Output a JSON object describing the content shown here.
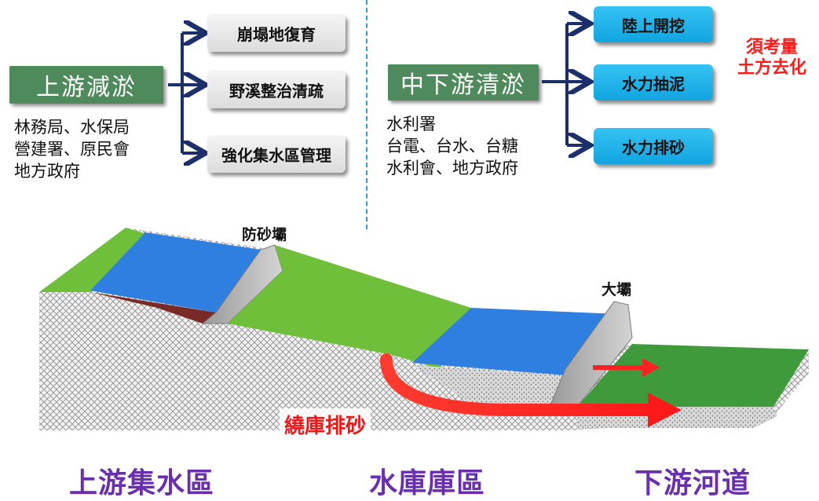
{
  "upstream": {
    "title": "上游減淤",
    "agencies": [
      "林務局、水保局",
      "營建署、原民會",
      "地方政府"
    ],
    "actions": [
      "崩塌地復育",
      "野溪整治清疏",
      "強化集水區管理"
    ]
  },
  "midstream": {
    "title": "中下游清淤",
    "agencies": [
      "水利署",
      "台電、台水、台糖",
      "水利會、地方政府"
    ],
    "actions": [
      "陸上開挖",
      "水力抽泥",
      "水力排砂"
    ],
    "note_lines": [
      "須考量",
      "土方去化"
    ]
  },
  "diagram": {
    "check_dam_label": "防砂壩",
    "main_dam_label": "大壩",
    "bypass_label": "繞庫排砂",
    "regions": [
      "上游集水區",
      "水庫庫區",
      "下游河道"
    ]
  },
  "colors": {
    "title_box": "#4f8a5c",
    "action_box_gray": "#e6e6e6",
    "action_box_blue": "#1ab0ea",
    "arrow": "#1c2f6b",
    "note_red": "#ff1a1a",
    "region_text": "#6a2fae",
    "water": "#2f7fe0",
    "grass": "#6fbf3a"
  }
}
